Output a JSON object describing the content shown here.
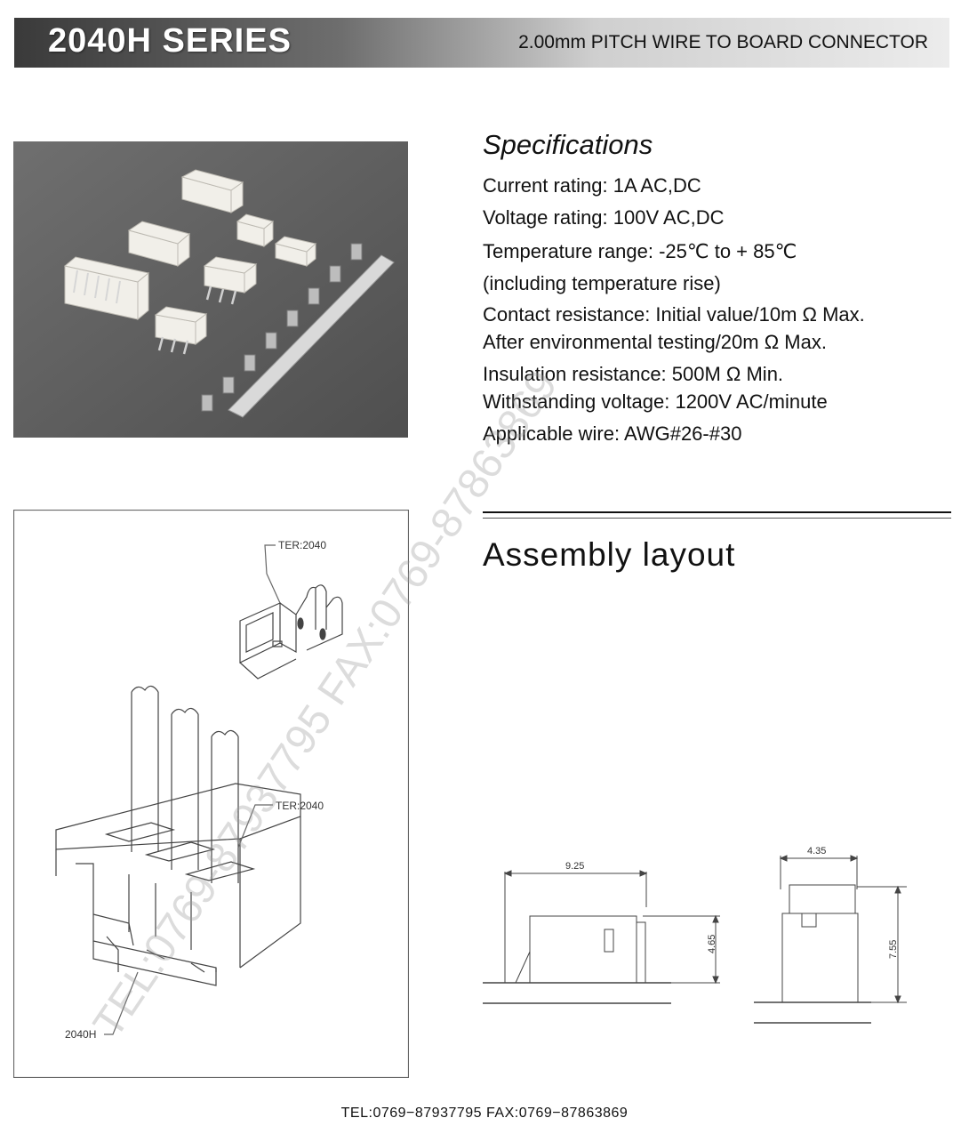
{
  "header": {
    "series": "2040H SERIES",
    "subtitle": "2.00mm PITCH WIRE TO BOARD CONNECTOR"
  },
  "specifications": {
    "title": "Specifications",
    "items": [
      "Current rating: 1A AC,DC",
      "Voltage rating: 100V AC,DC",
      "Temperature range: -25℃ to + 85℃",
      "(including temperature rise)",
      "Contact resistance: Initial value/10m Ω Max.",
      "After environmental testing/20m Ω Max.",
      "Insulation resistance: 500M Ω Min.",
      "Withstanding voltage: 1200V AC/minute",
      "Applicable wire: AWG#26-#30"
    ]
  },
  "assembly": {
    "title": "Assembly layout"
  },
  "drawing": {
    "ter_label_top": "TER:2040",
    "ter_label_mid": "TER:2040",
    "housing_label": "2040H"
  },
  "dimensions": {
    "width": "9.25",
    "height_side": "4.65",
    "depth": "4.35",
    "height_total": "7.55"
  },
  "watermark": "TEL:0769-87937795   FAX:0769-87863869",
  "footer": "TEL:0769−87937795   FAX:0769−87863869"
}
